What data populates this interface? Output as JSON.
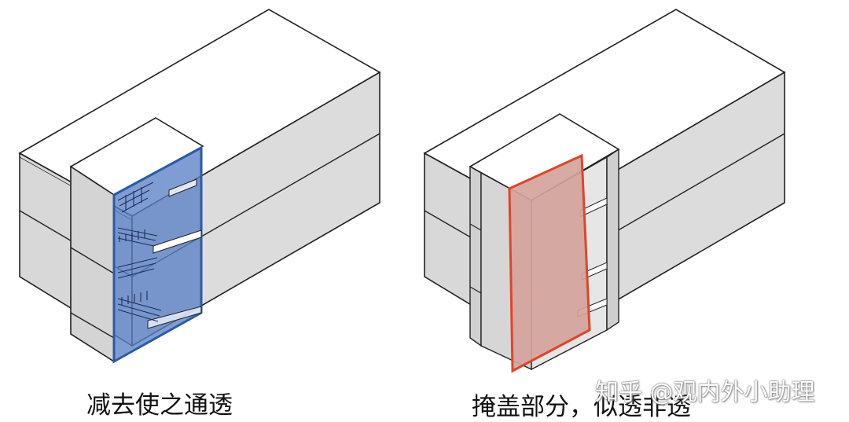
{
  "diagrams": [
    {
      "caption": "减去使之通透"
    },
    {
      "caption": "掩盖部分，似透非透"
    }
  ],
  "watermark": "知乎 @观内外小助理",
  "colors": {
    "box_side": "#d9d9d9",
    "box_top": "#ffffff",
    "outline": "#222222",
    "glass_fill": "#5b82c7",
    "glass_stroke": "#2c5aa8",
    "panel_fill": "#d4a39b",
    "panel_stroke": "#e0442a"
  }
}
